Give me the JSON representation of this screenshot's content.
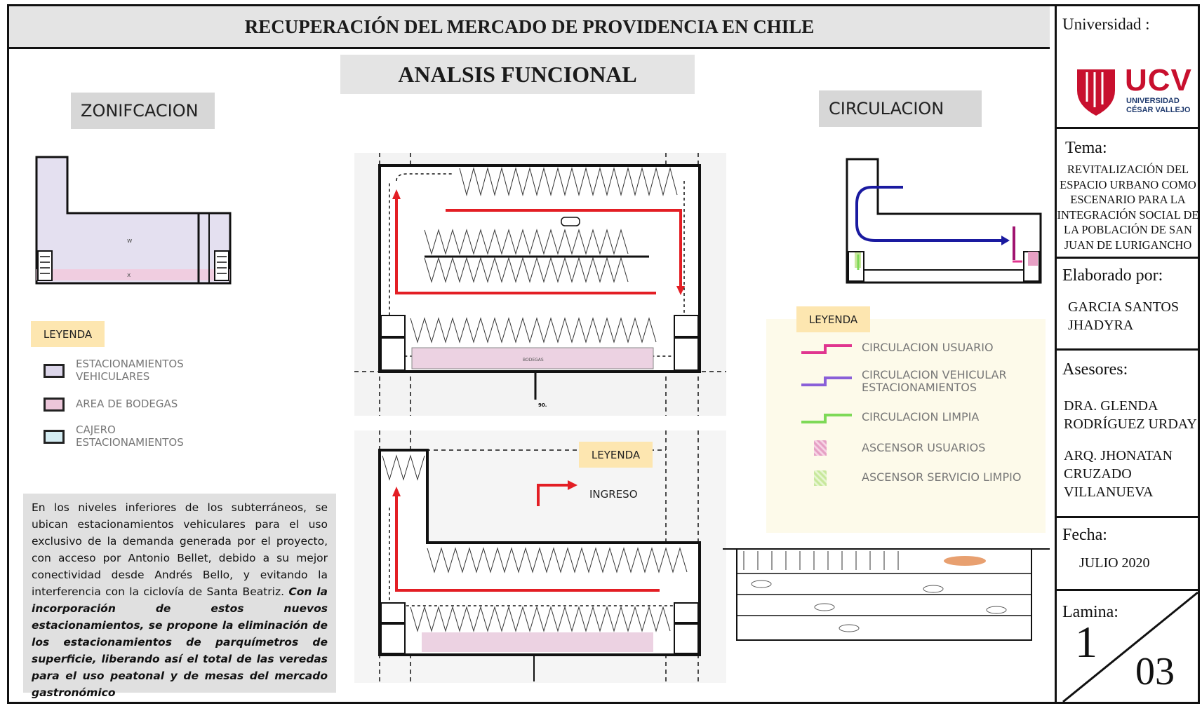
{
  "header": {
    "title": "RECUPERACIÓN DEL MERCADO DE PROVIDENCIA EN CHILE"
  },
  "section_title": "ANALSIS FUNCIONAL",
  "zonificacion": {
    "title": "ZONIFCACION",
    "plan_labels": {
      "w": "w",
      "x": "x"
    },
    "legend_title": "LEYENDA",
    "legend": [
      {
        "label": "ESTACIONAMIENTOS VEHICULARES",
        "color": "#dcd6ea"
      },
      {
        "label": "AREA DE BODEGAS",
        "color": "#ecc6da"
      },
      {
        "label": "CAJERO ESTACIONAMIENTOS",
        "color": "#d4ecf2"
      }
    ]
  },
  "description": {
    "normal": "En los niveles inferiores de los subterráneos, se ubican estacionamientos vehiculares para el uso exclusivo de la demanda generada por el proyecto, con acceso por Antonio Bellet, debido a su mejor conectividad desde Andrés Bello, y evitando la interferencia con la ciclovía de Santa Beatriz.",
    "emphasis": "Con la incorporación de estos nuevos estacionamientos, se propone la eliminación de los estacionamientos de parquímetros de superficie, liberando así el total de las veredas para el uso peatonal y de mesas del mercado gastronómico"
  },
  "plans": {
    "upper_storage_label": "BODEGAS",
    "upper_mark": "90.",
    "lower_legend_title": "LEYENDA",
    "lower_legend_item": "INGRESO",
    "arrow_color": "#e31e24"
  },
  "circulacion": {
    "title": "CIRCULACION",
    "legend_title": "LEYENDA",
    "legend": [
      {
        "label": "CIRCULACION USUARIO",
        "color": "#e0358f",
        "type": "line"
      },
      {
        "label": "CIRCULACION VEHICULAR ESTACIONAMIENTOS",
        "color": "#8a5fd8",
        "type": "line"
      },
      {
        "label": "CIRCULACION LIMPIA",
        "color": "#7ed957",
        "type": "line"
      },
      {
        "label": "ASCENSOR USUARIOS",
        "color": "#e6a0c4",
        "type": "swatch"
      },
      {
        "label": "ASCENSOR SERVICIO LIMPIO",
        "color": "#c8e89c",
        "type": "swatch"
      }
    ]
  },
  "sidebar": {
    "universidad_label": "Universidad :",
    "logo_text": "UCV",
    "logo_sub1": "UNIVERSIDAD",
    "logo_sub2": "CÉSAR VALLEJO",
    "tema_label": "Tema:",
    "tema_lines": [
      "REVITALIZACIÓN DEL",
      "ESPACIO URBANO COMO",
      "ESCENARIO PARA LA",
      "INTEGRACIÓN SOCIAL DE",
      "LA POBLACIÓN DE SAN",
      "JUAN DE LURIGANCHO"
    ],
    "elaborado_label": "Elaborado por:",
    "elaborado_lines": [
      "GARCIA SANTOS",
      "JHADYRA"
    ],
    "asesores_label": "Asesores:",
    "asesor1_lines": [
      "DRA. GLENDA",
      "RODRÍGUEZ URDAY"
    ],
    "asesor2_lines": [
      "ARQ. JHONATAN",
      "CRUZADO",
      "VILLANUEVA"
    ],
    "fecha_label": "Fecha:",
    "fecha_value": "JULIO 2020",
    "lamina_label": "Lamina:",
    "lamina_num": "1",
    "lamina_total": "03",
    "brand_color": "#c8102e",
    "navy_color": "#1f3a6e"
  }
}
